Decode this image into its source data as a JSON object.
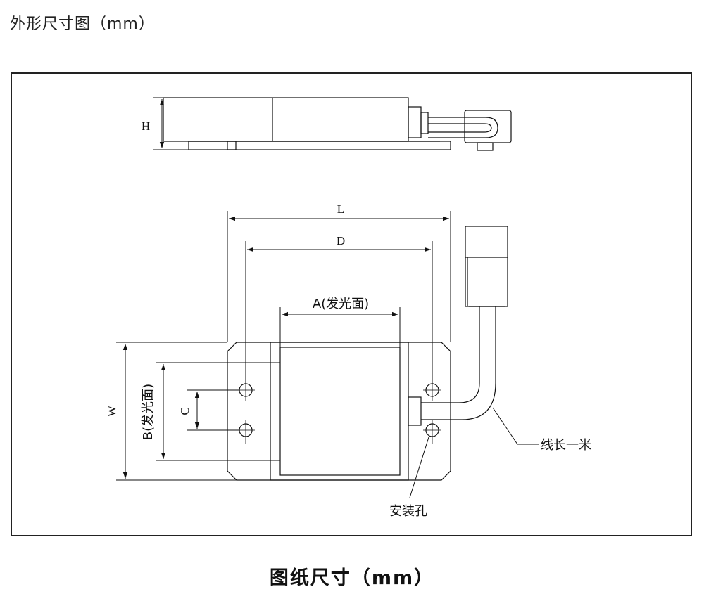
{
  "header": {
    "title": "外形尺寸图（mm）"
  },
  "footer": {
    "caption": "图纸尺寸（mm）"
  },
  "labels": {
    "H": "H",
    "L": "L",
    "D": "D",
    "A": "A(发光面)",
    "B": "B(发光面)",
    "W": "W",
    "C": "C",
    "cable": "线长一米",
    "mounting_hole": "安装孔"
  },
  "colors": {
    "line": "#111111",
    "background": "#ffffff"
  }
}
